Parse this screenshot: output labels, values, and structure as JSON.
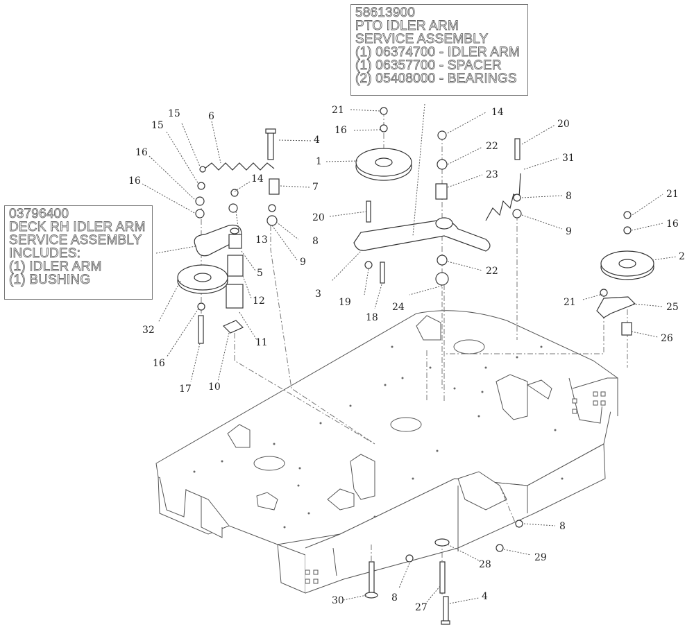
{
  "callouts": {
    "pto": {
      "part_number": "58613900",
      "lines": [
        "PTO IDLER ARM",
        "SERVICE ASSEMBLY",
        "(1) 06374700 - IDLER ARM",
        "(1) 06357700 - SPACER",
        "(2) 05408000 - BEARINGS"
      ]
    },
    "deck_rh": {
      "part_number": "03796400",
      "lines": [
        "DECK RH IDLER ARM",
        "SERVICE ASSEMBLY",
        "INCLUDES:",
        "(1) IDLER ARM",
        "(1) BUSHING"
      ]
    }
  },
  "part_labels": [
    "15",
    "15",
    "6",
    "16",
    "16",
    "16",
    "4",
    "1",
    "14",
    "7",
    "13",
    "8",
    "5",
    "12",
    "9",
    "11",
    "32",
    "16",
    "17",
    "10",
    "21",
    "16",
    "14",
    "22",
    "23",
    "20",
    "31",
    "8",
    "9",
    "21",
    "16",
    "2",
    "20",
    "3",
    "19",
    "18",
    "24",
    "22",
    "21",
    "25",
    "26",
    "8",
    "28",
    "29",
    "30",
    "8",
    "27",
    "4"
  ]
}
